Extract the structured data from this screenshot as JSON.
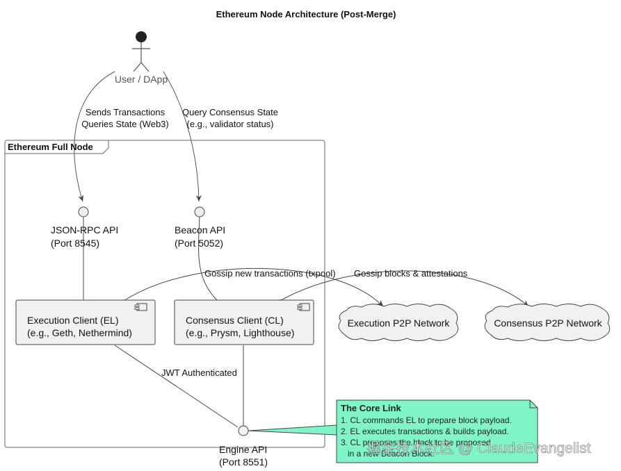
{
  "title": "Ethereum Node Architecture (Post-Merge)",
  "actor": {
    "label": "User / DApp"
  },
  "edges": {
    "user_to_jsonrpc": [
      "Sends Transactions",
      "Queries State (Web3)"
    ],
    "user_to_beacon": [
      "Query Consensus State",
      "(e.g., validator status)"
    ],
    "el_gossip": "Gossip new transactions (txpool)",
    "cl_gossip": "Gossip blocks & attestations",
    "jwt": "JWT Authenticated"
  },
  "node_frame": {
    "label": "Ethereum Full Node"
  },
  "interfaces": {
    "jsonrpc": [
      "JSON-RPC API",
      "(Port 8545)"
    ],
    "beacon": [
      "Beacon API",
      "(Port 5052)"
    ],
    "engine": [
      "Engine API",
      "(Port 8551)"
    ]
  },
  "components": {
    "execution": [
      "Execution Client (EL)",
      "(e.g., Geth, Nethermind)"
    ],
    "consensus": [
      "Consensus Client (CL)",
      "(e.g., Prysm, Lighthouse)"
    ]
  },
  "clouds": {
    "execution_p2p": "Execution P2P Network",
    "consensus_p2p": "Consensus P2P Network"
  },
  "note": {
    "title": "The Core Link",
    "lines": [
      "1. CL commands EL to prepare block payload.",
      "2. EL executes transactions & builds payload.",
      "3. CL proposes the block to be proposed",
      "   in a new Beacon Block."
    ]
  },
  "watermark": "掘金技术社区 @ ClaudeEvangelist",
  "colors": {
    "component_fill": "#f1f1f1",
    "note_fill": "#7ff5c8",
    "stroke": "#444444"
  }
}
